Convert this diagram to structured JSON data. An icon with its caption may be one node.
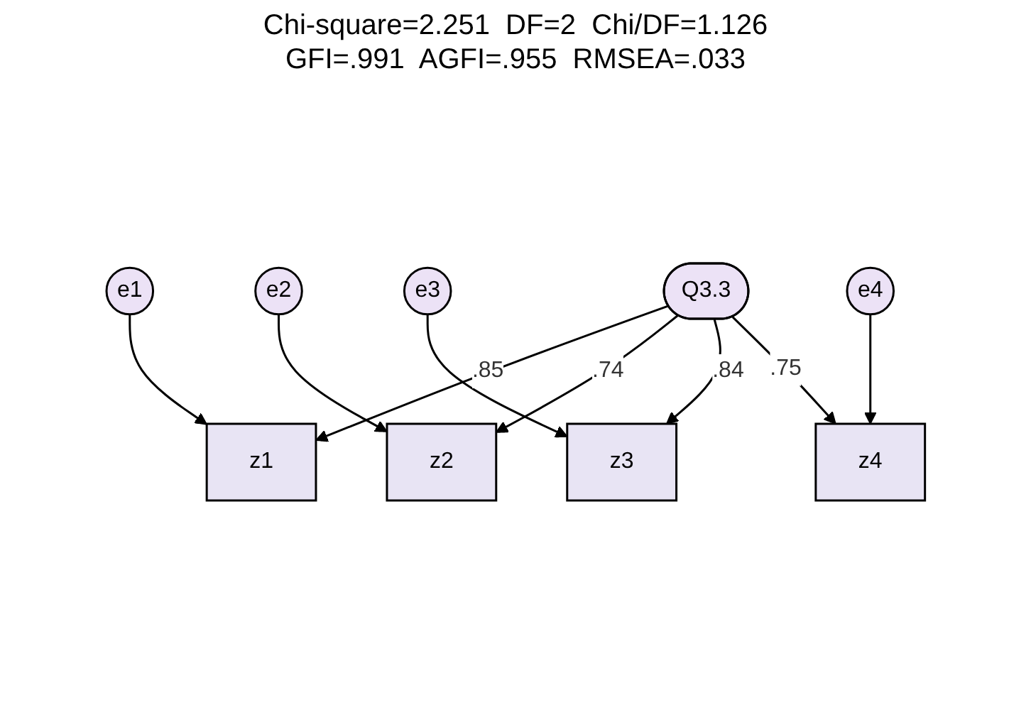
{
  "diagram": {
    "nodes": [
      {
        "text": [
          "e1"
        ]
      },
      {
        "text": [
          "e2"
        ]
      },
      {
        "text": [
          "e3"
        ]
      },
      {
        "text": [
          "e4"
        ]
      },
      {
        "text": [
          "z1"
        ]
      },
      {
        "text": [
          "z2"
        ]
      },
      {
        "text": [
          "z3"
        ]
      },
      {
        "text": [
          "z4"
        ]
      },
      {
        "text": [
          "Q3.3"
        ]
      }
    ],
    "edges": [
      {
        "from": 0,
        "to": 4,
        "arrow": "to"
      },
      {
        "from": 1,
        "to": 5,
        "arrow": "to"
      },
      {
        "from": 2,
        "to": 6,
        "arrow": "to"
      },
      {
        "from": 3,
        "to": 7,
        "arrow": "to"
      },
      {
        "from": 8,
        "to": 4,
        "arrow": "to",
        "label": ".85"
      },
      {
        "from": 8,
        "to": 5,
        "arrow": "to",
        "label": ".74"
      },
      {
        "from": 8,
        "to": 6,
        "arrow": "to",
        "label": ".84"
      },
      {
        "from": 8,
        "to": 7,
        "arrow": "to",
        "label": ".75"
      }
    ],
    "labels": [
      "Chi-square=2.251  DF=2  Chi/DF=1.126",
      "GFI=.991  AGFI=.955  RMSEA=.033"
    ]
  }
}
